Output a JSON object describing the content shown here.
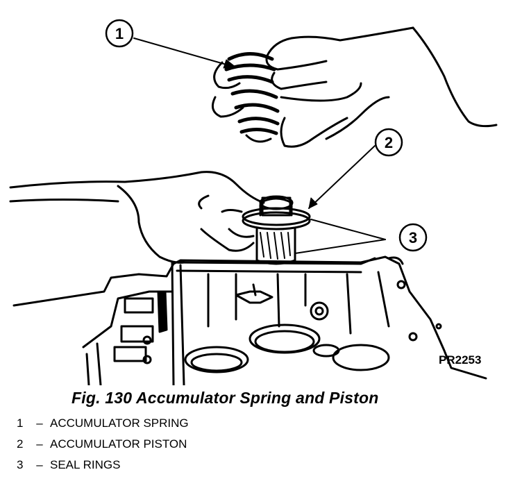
{
  "figure": {
    "code": "PR2253",
    "caption": "Fig. 130 Accumulator Spring and Piston",
    "callouts": [
      {
        "number": "1",
        "label": "ACCUMULATOR SPRING"
      },
      {
        "number": "2",
        "label": "ACCUMULATOR PISTON"
      },
      {
        "number": "3",
        "label": "SEAL RINGS"
      }
    ],
    "separator": "–"
  }
}
